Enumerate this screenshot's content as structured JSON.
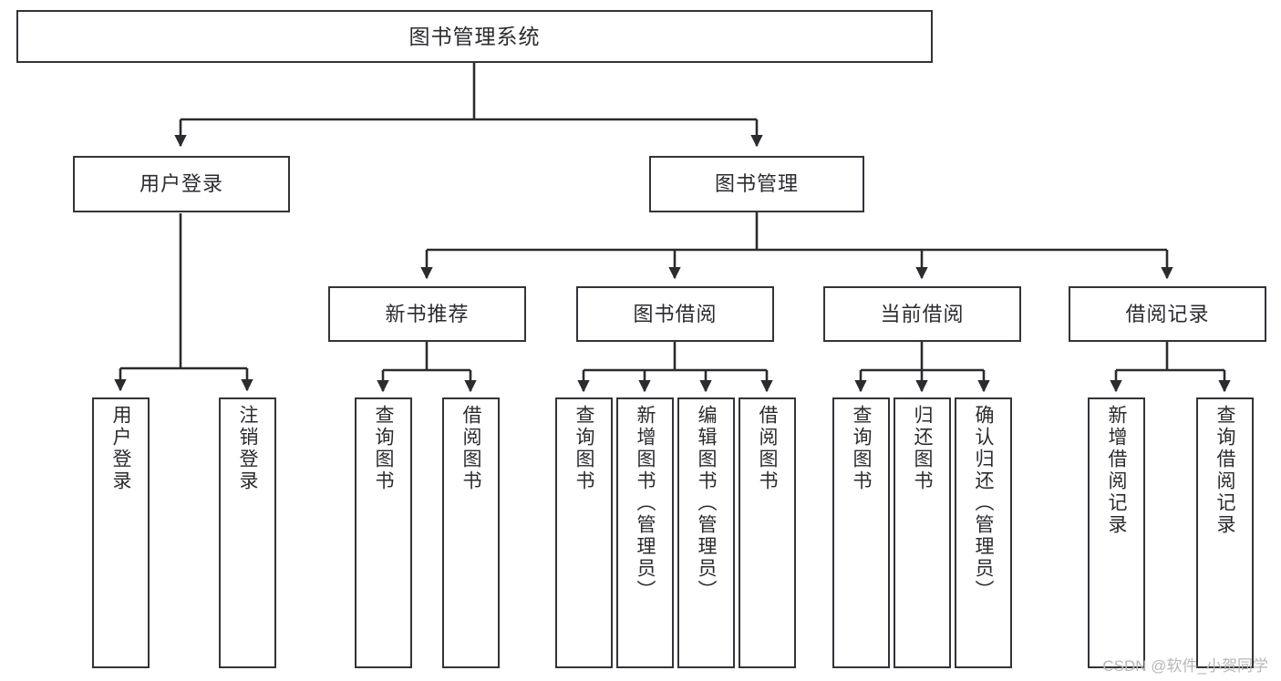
{
  "diagram": {
    "title": "图书管理系统",
    "watermark": "CSDN @软件_小贺同学",
    "colors": {
      "box_border": "#33333a",
      "box_fill": "#ffffff",
      "connector": "#2b2b30",
      "text": "#2b2b30",
      "watermark": "#b7b7b7",
      "background": "#ffffff"
    },
    "nodes": {
      "root": {
        "label": "图书管理系统"
      },
      "level2": [
        {
          "id": "user-login",
          "label": "用户登录"
        },
        {
          "id": "book-management",
          "label": "图书管理"
        }
      ],
      "level3": [
        {
          "id": "new-book-recommend",
          "label": "新书推荐"
        },
        {
          "id": "book-borrow",
          "label": "图书借阅"
        },
        {
          "id": "current-borrow",
          "label": "当前借阅"
        },
        {
          "id": "borrow-record",
          "label": "借阅记录"
        }
      ],
      "leaves": {
        "user_login": [
          {
            "id": "leaf-user-login",
            "label": "用户登录"
          },
          {
            "id": "leaf-logout-login",
            "label": "注销登录"
          }
        ],
        "new_book_recommend": [
          {
            "id": "leaf-query-book-1",
            "label": "查询图书"
          },
          {
            "id": "leaf-borrow-book-1",
            "label": "借阅图书"
          }
        ],
        "book_borrow": [
          {
            "id": "leaf-query-book-2",
            "label": "查询图书"
          },
          {
            "id": "leaf-add-book",
            "label": "新增图书（管理员）"
          },
          {
            "id": "leaf-edit-book",
            "label": "编辑图书（管理员）"
          },
          {
            "id": "leaf-borrow-book-2",
            "label": "借阅图书"
          }
        ],
        "current_borrow": [
          {
            "id": "leaf-query-book-3",
            "label": "查询图书"
          },
          {
            "id": "leaf-return-book",
            "label": "归还图书"
          },
          {
            "id": "leaf-confirm-return",
            "label": "确认归还（管理员）"
          }
        ],
        "borrow_record": [
          {
            "id": "leaf-add-borrow-record",
            "label": "新增借阅记录"
          },
          {
            "id": "leaf-query-borrow-record",
            "label": "查询借阅记录"
          }
        ]
      }
    }
  }
}
